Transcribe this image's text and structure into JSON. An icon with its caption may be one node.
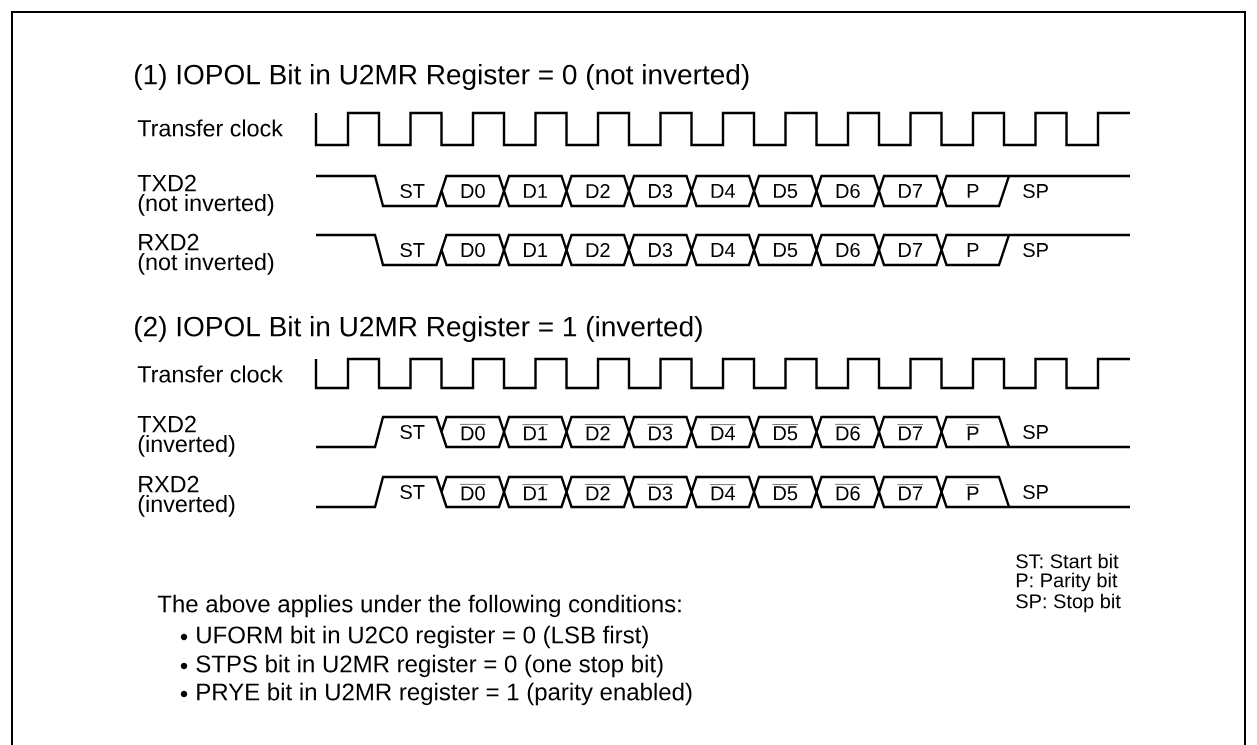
{
  "diagram": {
    "labels": [
      "(1) IOPOL Bit in U2MR Register = 0 (not inverted)",
      "Transfer clock",
      "TXD2",
      "(not inverted)",
      "ST",
      "D0",
      "D1",
      "D2",
      "D3",
      "D4",
      "D5",
      "D6",
      "D7",
      "P",
      "SP",
      "RXD2",
      "(not inverted)",
      "ST",
      "D0",
      "D1",
      "D2",
      "D3",
      "D4",
      "D5",
      "D6",
      "D7",
      "P",
      "SP",
      "(2) IOPOL Bit in U2MR Register = 1 (inverted)",
      "Transfer clock",
      "TXD2",
      "(inverted)",
      "ST",
      "\\overline{\\mathrm{D0}}",
      "\\overline{\\mathrm{D1}}",
      "\\overline{\\mathrm{D2}}",
      "\\overline{\\mathrm{D3}}",
      "\\overline{\\mathrm{D4}}",
      "\\overline{\\mathrm{D5}}",
      "\\overline{\\mathrm{D6}}",
      "\\overline{\\mathrm{D7}}",
      "\\overline{\\mathrm{P}}",
      "SP",
      "RXD2",
      "(inverted)",
      "ST",
      "\\overline{\\mathrm{D0}}",
      "\\overline{\\mathrm{D1}}",
      "\\overline{\\mathrm{D2}}",
      "\\overline{\\mathrm{D3}}",
      "\\overline{\\mathrm{D4}}",
      "\\overline{\\mathrm{D5}}",
      "\\overline{\\mathrm{D6}}",
      "\\overline{\\mathrm{D7}}",
      "\\overline{\\mathrm{P}}",
      "SP",
      "ST: Start bit",
      "P: Parity bit",
      "The above applies under the following conditions:",
      "SP: Stop bit",
      "UFORM bit in U2C0 register = 0 (LSB first)",
      "STPS bit in U2MR register = 0 (one stop bit)",
      "PRYE bit in U2MR register = 1 (parity enabled)"
    ]
  }
}
